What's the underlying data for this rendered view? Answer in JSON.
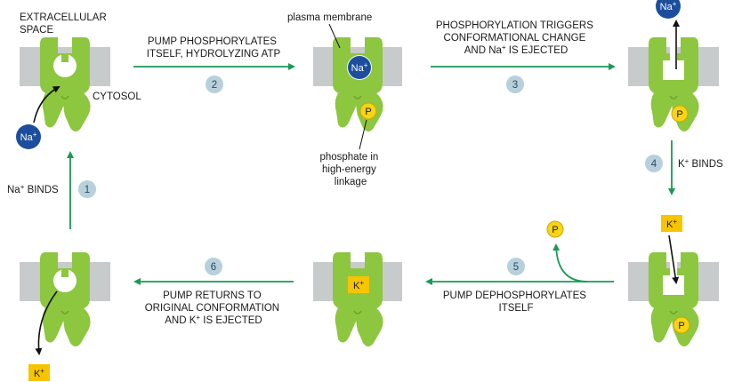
{
  "labels": {
    "extracellular_1": "EXTRACELLULAR",
    "extracellular_2": "SPACE",
    "cytosol": "CYTOSOL",
    "plasma_membrane": "plasma membrane",
    "phosphate_1": "phosphate in",
    "phosphate_2": "high-energy",
    "phosphate_3": "linkage"
  },
  "captions": {
    "step1a": "Na",
    "step1b": " BINDS",
    "step2_1": "PUMP PHOSPHORYLATES",
    "step2_2": "ITSELF, HYDROLYZING ATP",
    "step3_1": "PHOSPHORYLATION TRIGGERS",
    "step3_2": "CONFORMATIONAL CHANGE",
    "step3_3a": "AND Na",
    "step3_3b": " IS EJECTED",
    "step4a": "K",
    "step4b": " BINDS",
    "step5_1": "PUMP DEPHOSPHORYLATES",
    "step5_2": "ITSELF",
    "step6_1": "PUMP RETURNS TO",
    "step6_2": "ORIGINAL CONFORMATION",
    "step6_3a": "AND K",
    "step6_3b": " IS EJECTED"
  },
  "steps": {
    "s1": "1",
    "s2": "2",
    "s3": "3",
    "s4": "4",
    "s5": "5",
    "s6": "6"
  },
  "ions": {
    "na_base": "Na",
    "na_charge": "+",
    "k_base": "K",
    "k_charge": "+",
    "phosphate": "P"
  },
  "colors": {
    "pump": "#8dc63f",
    "membrane": "#c8cbcc",
    "cycle_arrow": "#1a9a55",
    "sodium": "#1d4e9e",
    "potassium": "#f7c400",
    "phosphate": "#f7d417",
    "step_badge": "#b7d0dc"
  }
}
